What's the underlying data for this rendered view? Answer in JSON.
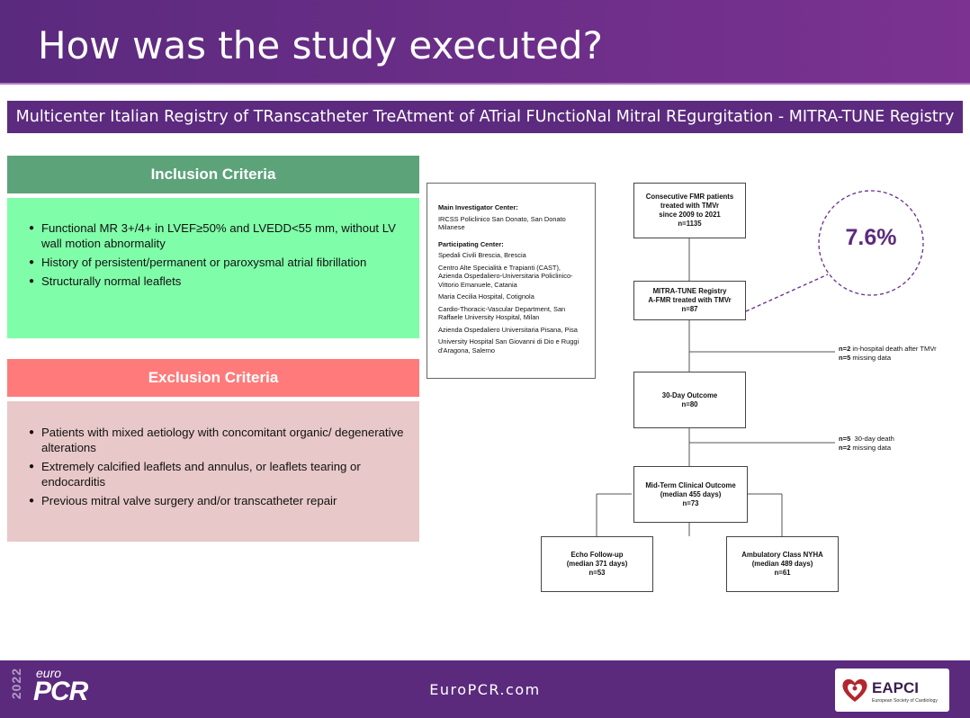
{
  "slide": {
    "title": "How was the study executed?",
    "banner": "Multicenter Italian Registry of TRanscatheter TreAtment of ATrial FUnctioNal Mitral REgurgitation - MITRA-TUNE Registry"
  },
  "inclusion": {
    "title": "Inclusion Criteria",
    "items": [
      "Functional MR 3+/4+ in LVEF≥50% and LVEDD<55 mm, without LV wall motion abnormality",
      "History of persistent/permanent or paroxysmal atrial fibrillation",
      "Structurally normal leaflets"
    ]
  },
  "exclusion": {
    "title": "Exclusion Criteria",
    "items": [
      "Patients with mixed aetiology with concomitant organic/ degenerative alterations",
      "Extremely calcified leaflets and annulus, or leaflets tearing or endocarditis",
      "Previous mitral valve surgery and/or transcatheter repair"
    ]
  },
  "centers": {
    "main_heading": "Main Investigator Center:",
    "main_center": "IRCSS Policlinico San Donato, San Donato Milanese",
    "participating_heading": "Participating Center:",
    "participating": [
      "Spedali Civili Brescia, Brescia",
      "Centro Alte Specialità e Trapianti (CAST), Azienda Ospedaliero-Universitaria Policlinico-Vittorio Emanuele, Catania",
      "Maria Cecilia Hospital, Cotignola",
      "Cardio-Thoracic-Vascular Department, San Raffaele University Hospital, Milan",
      "Azienda Ospedaliero Universitaria Pisana, Pisa",
      "University Hospital San Giovanni di Dio e Ruggi d'Aragona, Salerno"
    ]
  },
  "flow": {
    "consecutive": {
      "l1": "Consecutive FMR patients",
      "l2": "treated with TMVr",
      "l3": "since 2009 to 2021",
      "n": "n=1135"
    },
    "percent": "7.6%",
    "registry": {
      "l1": "MITRA-TUNE Registry",
      "l2": "A-FMR treated with TMVr",
      "n": "n=87"
    },
    "excl1": [
      {
        "n": "n=2",
        "text": " in-hospital death after TMVr"
      },
      {
        "n": "n=5",
        "text": " missing data"
      }
    ],
    "day30": {
      "l1": "30-Day Outcome",
      "n": "n=80"
    },
    "excl2": [
      {
        "n": "n=5",
        "text": "  30-day death"
      },
      {
        "n": "n=2",
        "text": " missing data"
      }
    ],
    "midterm": {
      "l1": "Mid-Term Clinical Outcome",
      "l2": "(median 455 days)",
      "n": "n=73"
    },
    "echo": {
      "l1": "Echo Follow-up",
      "l2": "(median 371 days)",
      "n": "n=53"
    },
    "nyha": {
      "l1": "Ambulatory Class NYHA",
      "l2": "(median 489 days)",
      "n": "n=61"
    }
  },
  "footer": {
    "year": "2022",
    "brand_euro": "euro",
    "brand_pcr": "PCR",
    "url": "EuroPCR.com",
    "eapci_name": "EAPCI",
    "eapci_sub": "European Society of Cardiology"
  },
  "colors": {
    "header": "#5b2a7d",
    "inclusion_head": "#5da37a",
    "inclusion_body": "#80fda9",
    "exclusion_head": "#ff7b7b",
    "exclusion_body": "#e8c8c8",
    "percent_text": "#5c2a7e"
  }
}
